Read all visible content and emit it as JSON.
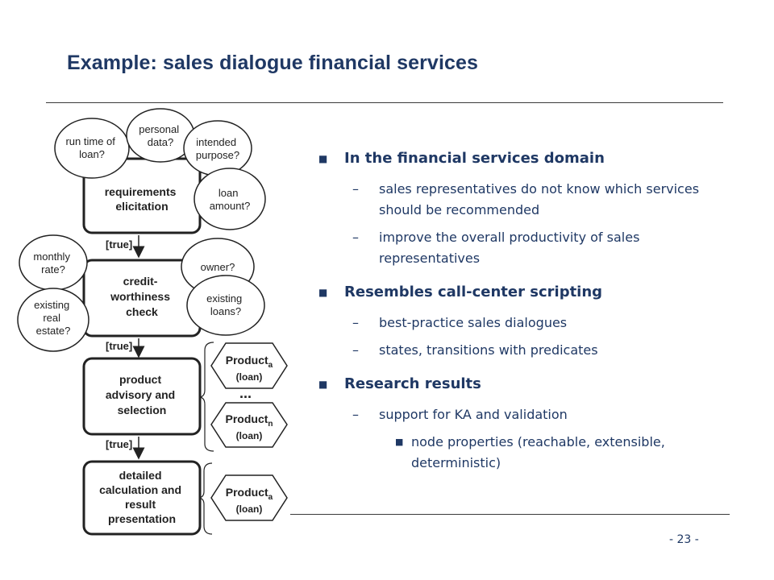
{
  "slide": {
    "title": "Example: sales dialogue financial services",
    "page_number": "- 23 -"
  },
  "bullets": [
    {
      "text": "In the financial services domain",
      "subs": [
        "sales representatives do not know which services should be recommended",
        "improve the overall productivity of sales representatives"
      ]
    },
    {
      "text": "Resembles call-center scripting",
      "subs": [
        "best-practice sales dialogues",
        "states, transitions with predicates"
      ]
    },
    {
      "text": "Research results",
      "subs": [
        "support for KA and validation"
      ],
      "subsubs": [
        "node properties (reachable, extensible, deterministic)"
      ]
    }
  ],
  "diagram": {
    "states": [
      [
        "requirements",
        "elicitation"
      ],
      [
        "credit-",
        "worthiness",
        "check"
      ],
      [
        "product",
        "advisory and",
        "selection"
      ],
      [
        "detailed",
        "calculation and",
        "result",
        "presentation"
      ]
    ],
    "questions": [
      [
        "run time of",
        "loan?"
      ],
      [
        "personal",
        "data?"
      ],
      [
        "intended",
        "purpose?"
      ],
      [
        "loan",
        "amount?"
      ],
      [
        "monthly",
        "rate?"
      ],
      [
        "owner?"
      ],
      [
        "existing",
        "real",
        "estate?"
      ],
      [
        "existing",
        "loans?"
      ]
    ],
    "transition_label": "[true]",
    "products": [
      {
        "name": "Product",
        "sub": "a",
        "type": "(loan)"
      },
      {
        "name": "Product",
        "sub": "n",
        "type": "(loan)"
      },
      {
        "name": "Product",
        "sub": "a",
        "type": "(loan)"
      }
    ],
    "ellipsis": "..."
  }
}
